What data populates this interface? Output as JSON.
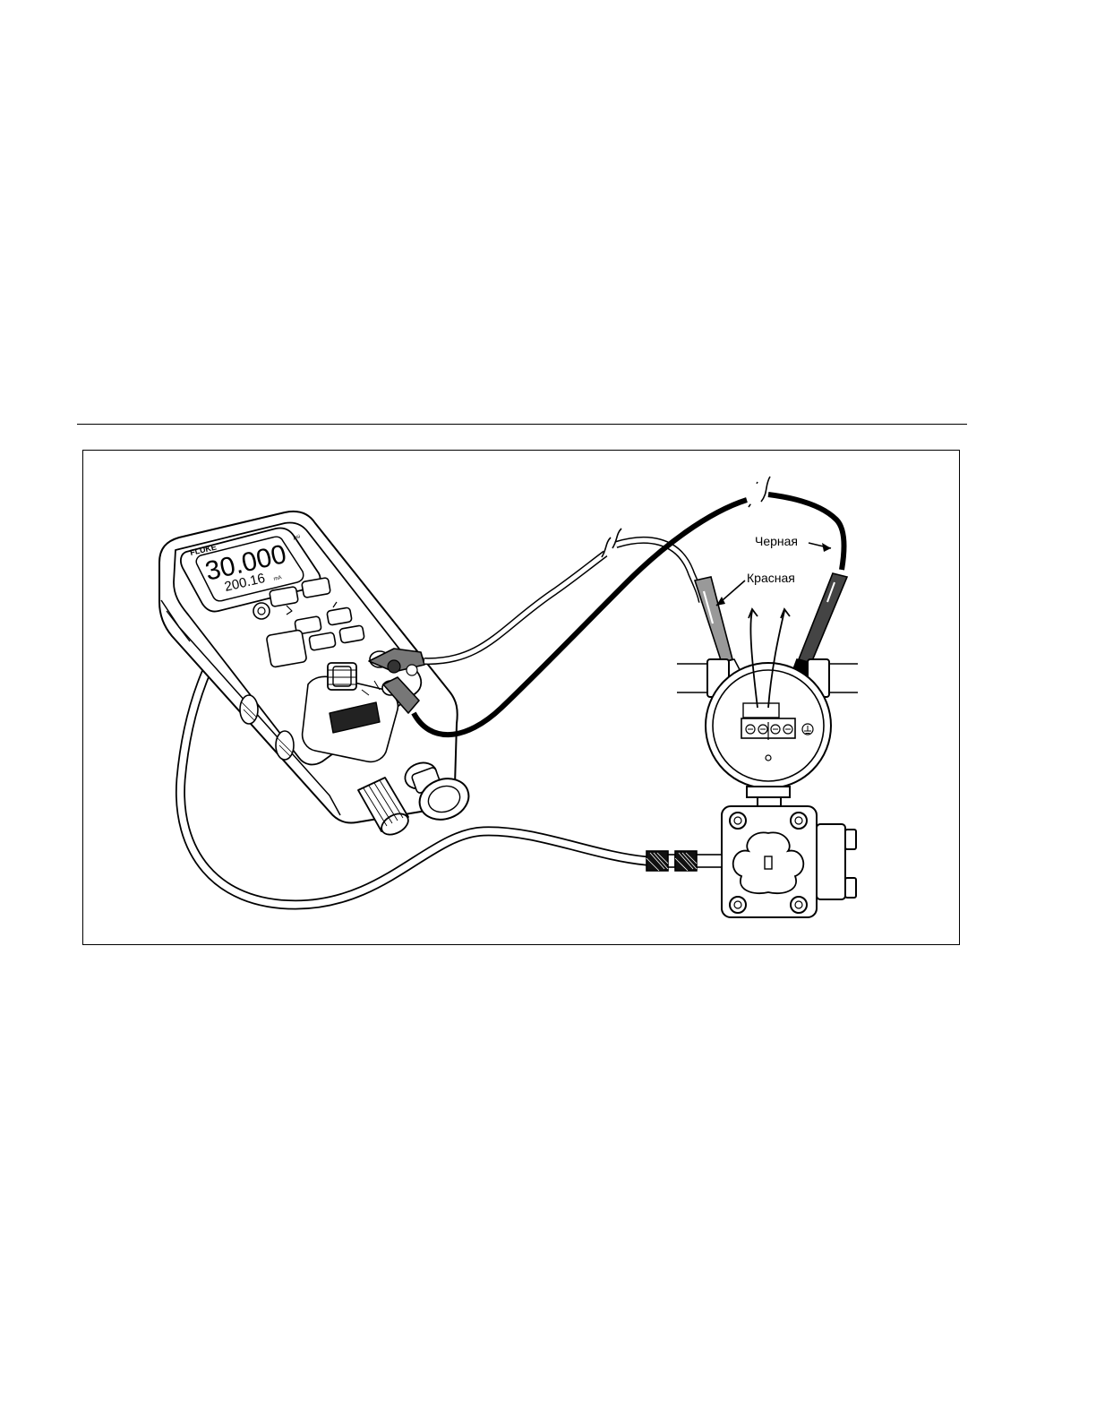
{
  "figure": {
    "device": {
      "brand": "FLUKE",
      "primary_reading": "30.000",
      "primary_unit": "psi",
      "secondary_reading": "200.16",
      "secondary_unit": "mA"
    },
    "labels": {
      "black_lead": "Черная",
      "red_lead": "Красная"
    }
  }
}
